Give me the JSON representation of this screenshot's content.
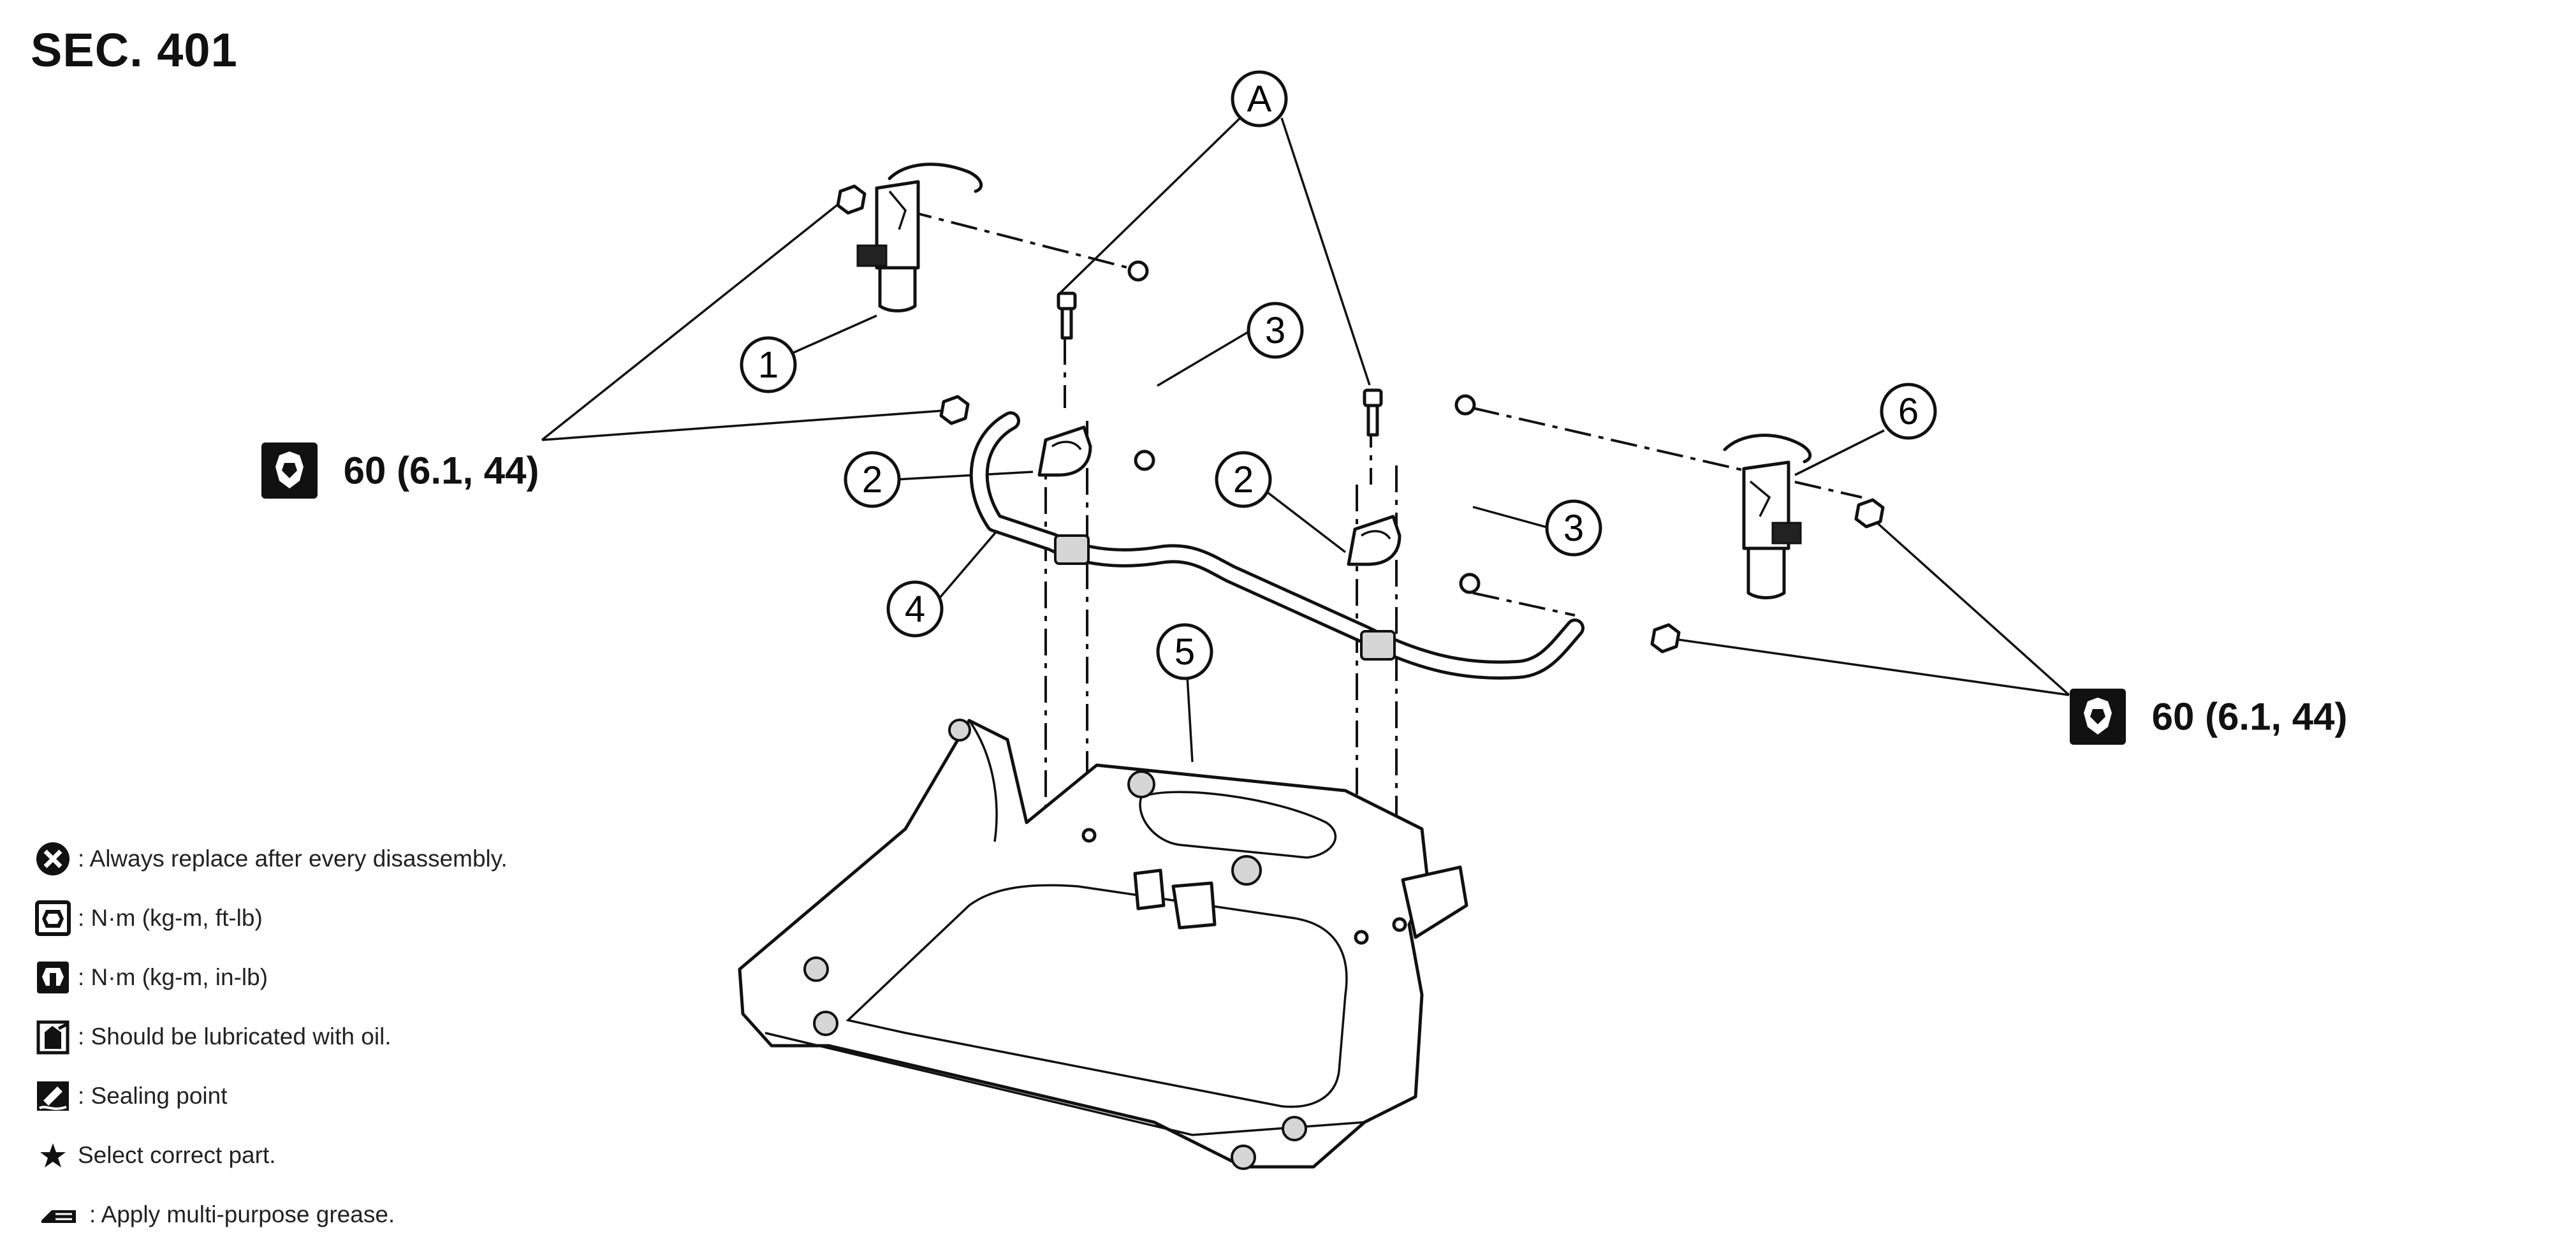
{
  "section": "SEC. 401",
  "callouts": [
    {
      "id": "A"
    },
    {
      "id": "1"
    },
    {
      "id": "2"
    },
    {
      "id": "2"
    },
    {
      "id": "3"
    },
    {
      "id": "3"
    },
    {
      "id": "4"
    },
    {
      "id": "5"
    },
    {
      "id": "6"
    }
  ],
  "torque_specs": [
    {
      "value": "60 (6.1, 44)",
      "icon": "torque-wrench-icon"
    },
    {
      "value": "60 (6.1, 44)",
      "icon": "torque-wrench-icon"
    }
  ],
  "legend": [
    {
      "icon": "always-replace-icon",
      "text": ": Always replace after every disassembly."
    },
    {
      "icon": "torque-ft-lb-icon",
      "text": ": N·m (kg-m, ft-lb)"
    },
    {
      "icon": "torque-in-lb-icon",
      "text": ": N·m (kg-m, in-lb)"
    },
    {
      "icon": "oil-lubricate-icon",
      "text": ": Should be lubricated with oil."
    },
    {
      "icon": "sealing-point-icon",
      "text": ": Sealing point"
    },
    {
      "icon": "star-icon",
      "text": "Select correct part."
    },
    {
      "icon": "grease-icon",
      "text": ": Apply multi-purpose grease."
    }
  ]
}
